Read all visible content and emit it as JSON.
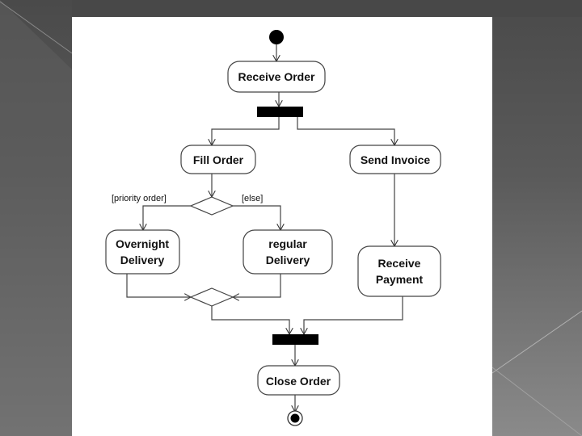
{
  "slide": {
    "background_color": "#555555",
    "panel_color": "#ffffff"
  },
  "diagram": {
    "type": "UML activity diagram",
    "nodes": {
      "start": {
        "kind": "initial-node"
      },
      "receive_order": {
        "kind": "action",
        "label": "Receive Order"
      },
      "fork": {
        "kind": "fork-bar"
      },
      "fill_order": {
        "kind": "action",
        "label": "Fill Order"
      },
      "send_invoice": {
        "kind": "action",
        "label": "Send Invoice"
      },
      "decision": {
        "kind": "decision"
      },
      "overnight_delivery": {
        "kind": "action",
        "label_line1": "Overnight",
        "label_line2": "Delivery"
      },
      "regular_delivery": {
        "kind": "action",
        "label_line1": "regular",
        "label_line2": "Delivery"
      },
      "merge": {
        "kind": "merge"
      },
      "receive_payment": {
        "kind": "action",
        "label_line1": "Receive",
        "label_line2": "Payment"
      },
      "join": {
        "kind": "join-bar"
      },
      "close_order": {
        "kind": "action",
        "label": "Close Order"
      },
      "end": {
        "kind": "final-node"
      }
    },
    "guards": {
      "priority": "[priority order]",
      "else": "[else]"
    },
    "edges": [
      [
        "start",
        "receive_order"
      ],
      [
        "receive_order",
        "fork"
      ],
      [
        "fork",
        "fill_order"
      ],
      [
        "fork",
        "send_invoice"
      ],
      [
        "fill_order",
        "decision"
      ],
      [
        "decision",
        "overnight_delivery",
        "[priority order]"
      ],
      [
        "decision",
        "regular_delivery",
        "[else]"
      ],
      [
        "overnight_delivery",
        "merge"
      ],
      [
        "regular_delivery",
        "merge"
      ],
      [
        "send_invoice",
        "receive_payment"
      ],
      [
        "merge",
        "join"
      ],
      [
        "receive_payment",
        "join"
      ],
      [
        "join",
        "close_order"
      ],
      [
        "close_order",
        "end"
      ]
    ]
  }
}
